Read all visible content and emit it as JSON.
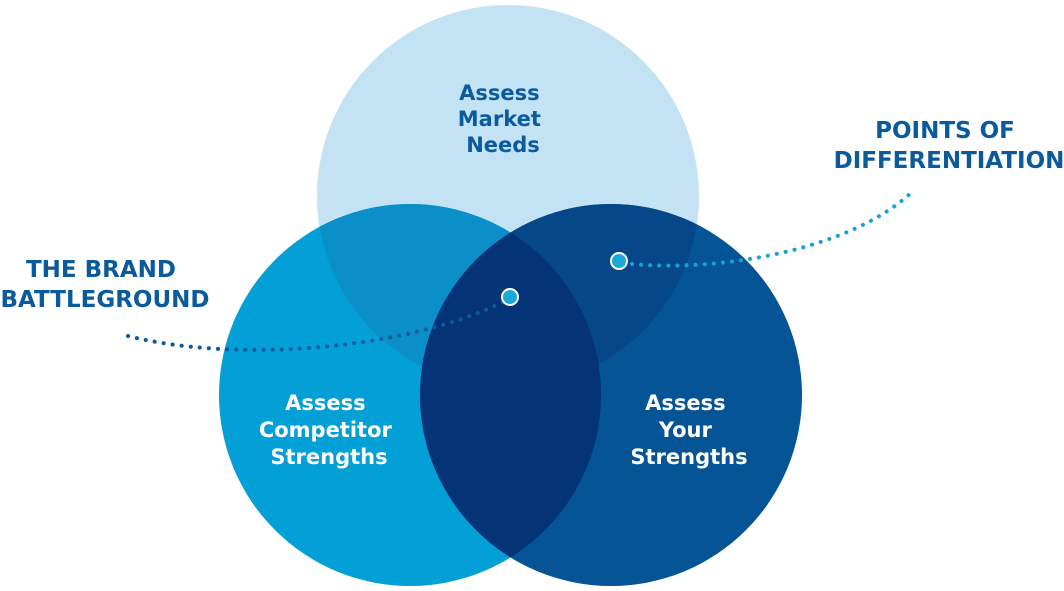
{
  "colors": {
    "market_circle": "#c3e3f4",
    "competitor_circle": "#02a0d6",
    "your_circle": "#055495",
    "overlap_market_competitor": "#0b8fc8",
    "overlap_market_your": "#06478a",
    "overlap_center": "#043377",
    "label_dark": "#0a5a9e",
    "label_light": "#ffffff",
    "callout_line": "#1aa0d6",
    "battleground_line": "#0b5a9e",
    "marker_fill": "#1aa8d8"
  },
  "circles": {
    "market": {
      "lines": [
        "Assess",
        "Market",
        "Needs"
      ]
    },
    "competitor": {
      "lines": [
        "Assess",
        "Competitor",
        "Strengths"
      ]
    },
    "your": {
      "lines": [
        "Assess",
        "Your",
        "Strengths"
      ]
    }
  },
  "callouts": {
    "battleground": {
      "lines": [
        "THE BRAND",
        "BATTLEGROUND"
      ]
    },
    "differentiation": {
      "lines": [
        "POINTS OF",
        "DIFFERENTIATION"
      ]
    }
  }
}
